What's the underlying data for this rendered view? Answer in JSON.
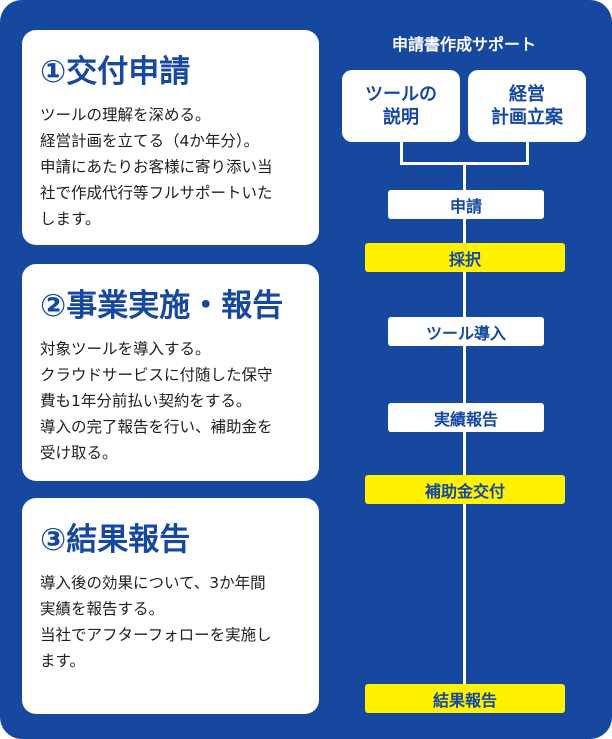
{
  "colors": {
    "panel": "#1748a0",
    "card": "#ffffff",
    "accent_text": "#1748a0",
    "highlight": "#fff200"
  },
  "cards": [
    {
      "title": "①交付申請",
      "lines": [
        "ツールの理解を深める。",
        "経営計画を立てる（4か年分）。",
        "申請にあたりお客様に寄り添い当",
        "社で作成代行等フルサポートいた",
        "します。"
      ]
    },
    {
      "title": "②事業実施・報告",
      "lines": [
        "対象ツールを導入する。",
        "クラウドサービスに付随した保守",
        "費も1年分前払い契約をする。",
        "導入の完了報告を行い、補助金を",
        "受け取る。"
      ]
    },
    {
      "title": "③結果報告",
      "lines": [
        "導入後の効果について、3か年間",
        "実績を報告する。",
        "当社でアフターフォローを実施し",
        "ます。"
      ]
    }
  ],
  "flow": {
    "title": "申請書作成サポート",
    "top_boxes": [
      {
        "lines": [
          "ツールの",
          "説明"
        ]
      },
      {
        "lines": [
          "経営",
          "計画立案"
        ]
      }
    ],
    "steps": [
      {
        "label": "申請",
        "style": "white"
      },
      {
        "label": "採択",
        "style": "yellow"
      },
      {
        "label": "ツール導入",
        "style": "white"
      },
      {
        "label": "実績報告",
        "style": "white"
      },
      {
        "label": "補助金交付",
        "style": "yellow"
      },
      {
        "label": "結果報告",
        "style": "yellow"
      }
    ]
  }
}
